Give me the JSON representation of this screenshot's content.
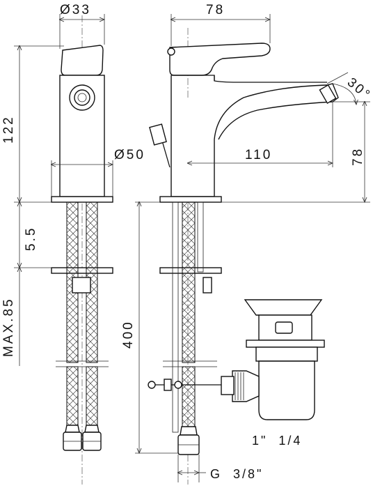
{
  "dimensions": {
    "spout_diameter": "Ø33",
    "body_width": "78",
    "total_height": "122",
    "aerator_angle": "30°",
    "spout_height": "78",
    "base_diameter": "Ø50",
    "spout_reach": "110",
    "flange_thickness": "5.5",
    "max_deck_thickness": "MAX.85",
    "hose_length": "400",
    "waste_thread": "1\"  1/4",
    "hose_thread": "G  3/8\""
  },
  "colors": {
    "line": "#111111",
    "background": "#ffffff"
  }
}
